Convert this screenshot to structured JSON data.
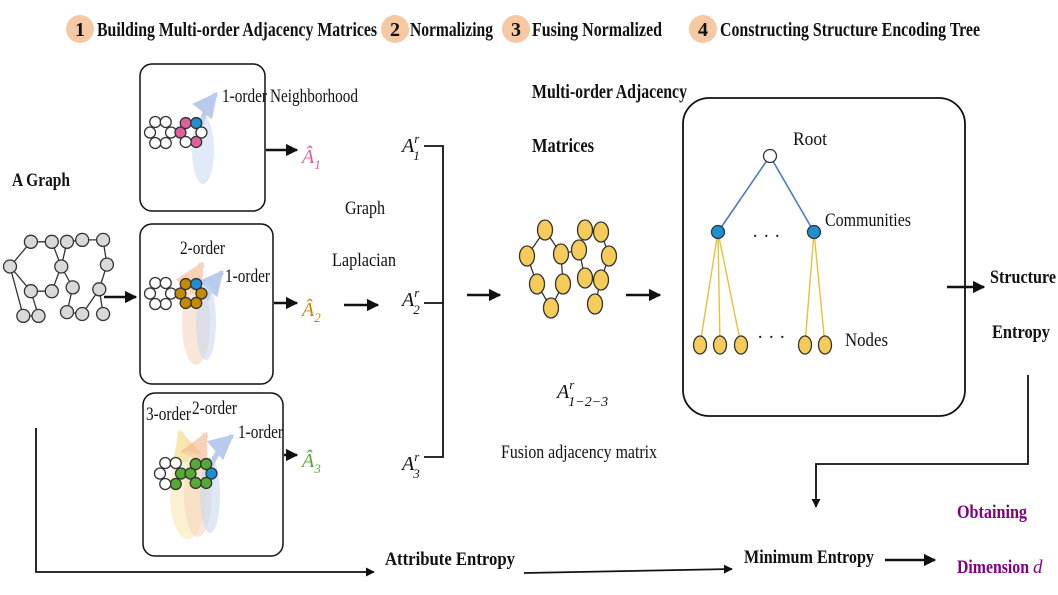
{
  "steps": [
    {
      "num": "1",
      "label": "Building Multi-order Adjacency Matrices"
    },
    {
      "num": "2",
      "label": "Normalizing"
    },
    {
      "num": "3",
      "label": "Fusing Normalized"
    },
    {
      "num": "4",
      "label": "Constructing Structure Encoding Tree"
    }
  ],
  "step3_cont": [
    "Multi-order Adjacency",
    "Matrices"
  ],
  "graph_label": "A Graph",
  "order_labels": {
    "box1": {
      "o1": "1-order",
      "neighborhood": "Neighborhood"
    },
    "box2": {
      "o2": "2-order",
      "o1": "1-order"
    },
    "box3": {
      "o3": "3-order",
      "o2": "2-order",
      "o1": "1-order"
    }
  },
  "matrices": {
    "a1": {
      "base": "Â",
      "sub": "1",
      "color": "#e0609a"
    },
    "a2": {
      "base": "Â",
      "sub": "2",
      "color": "#c58b00"
    },
    "a3": {
      "base": "Â",
      "sub": "3",
      "color": "#55aa33"
    }
  },
  "laplacian": [
    "Graph",
    "Laplacian"
  ],
  "normalized": {
    "n1": {
      "base": "A",
      "sup": "r",
      "sub": "1"
    },
    "n2": {
      "base": "A",
      "sup": "r",
      "sub": "2"
    },
    "n3": {
      "base": "A",
      "sup": "r",
      "sub": "3"
    }
  },
  "fusion": {
    "base": "A",
    "sup": "r",
    "sub": "1−2−3",
    "caption": "Fusion adjacency matrix"
  },
  "tree": {
    "root": "Root",
    "communities": "Communities",
    "nodes": "Nodes",
    "dots": "· · ·"
  },
  "structure_entropy": [
    "Structure",
    "Entropy"
  ],
  "attribute_entropy": "Attribute Entropy",
  "minimum_entropy": "Minimum Entropy",
  "obtaining": {
    "line1": "Obtaining",
    "line2": "Dimension",
    "var": "d"
  },
  "colors": {
    "badge": "#f6c9a4",
    "pink": "#e0609a",
    "gold": "#c58b00",
    "green": "#55aa33",
    "blue": "#1e8fd0",
    "yellow": "#f5cc5a",
    "purple": "#800080",
    "edge_blue": "#4a78c8",
    "edge_yellow": "#e5c23a"
  }
}
